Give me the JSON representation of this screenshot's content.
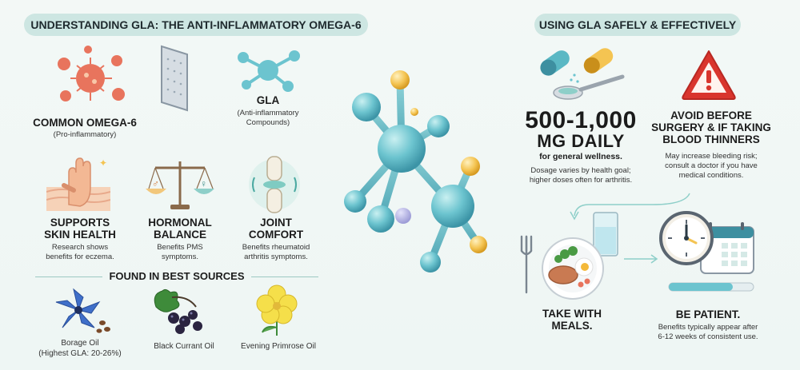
{
  "left_header": "UNDERSTANDING GLA: THE ANTI-INFLAMMATORY OMEGA-6",
  "right_header": "USING GLA SAFELY & EFFECTIVELY",
  "omega6": {
    "title": "COMMON OMEGA-6",
    "sub": "(Pro-inflammatory)"
  },
  "gla": {
    "title": "GLA",
    "sub1": "(Anti-inflammatory",
    "sub2": "Compounds)"
  },
  "skin": {
    "title1": "SUPPORTS",
    "title2": "SKIN HEALTH",
    "sub1": "Research shows",
    "sub2": "benefits for eczema."
  },
  "hormonal": {
    "title1": "HORMONAL",
    "title2": "BALANCE",
    "sub1": "Benefits PMS",
    "sub2": "symptoms."
  },
  "joint": {
    "title1": "JOINT",
    "title2": "COMFORT",
    "sub1": "Benefits rheumatoid",
    "sub2": "arthritis symptoms."
  },
  "sources_header": "FOUND IN BEST SOURCES",
  "sources": {
    "borage1": "Borage Oil",
    "borage2": "(Highest GLA: 20-26%)",
    "currant": "Black Currant Oil",
    "primrose": "Evening Primrose Oil"
  },
  "dose": {
    "line1": "500-1,000",
    "line2": "MG DAILY",
    "line3": "for general wellness.",
    "note1": "Dosage varies by health goal;",
    "note2": "higher doses often for arthritis."
  },
  "avoid": {
    "title1": "AVOID BEFORE",
    "title2": "SURGERY & IF TAKING",
    "title3": "BLOOD THINNERS",
    "sub1": "May increase bleeding risk;",
    "sub2": "consult a doctor if you have",
    "sub3": "medical conditions."
  },
  "meals": {
    "title1": "TAKE WITH",
    "title2": "MEALS."
  },
  "patient": {
    "title": "BE PATIENT.",
    "sub1": "Benefits typically appear after",
    "sub2": "6-12 weeks of consistent use."
  },
  "colors": {
    "pill": "#cde6e2",
    "molecule_teal": "#6cc4cf",
    "molecule_yellow": "#f4c452",
    "warning_red": "#d9352d"
  }
}
